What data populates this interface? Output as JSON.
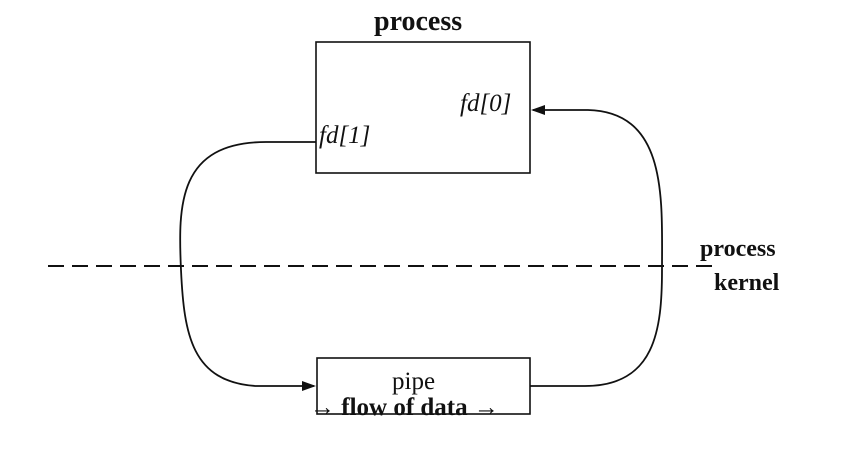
{
  "diagram": {
    "process_box_title": "process",
    "fd_read_label": "fd[0]",
    "fd_write_label": "fd[1]",
    "boundary_process_label": "process",
    "boundary_kernel_label": "kernel",
    "pipe_label": "pipe",
    "flow_label": "→ flow of data →"
  },
  "colors": {
    "ink": "#111111",
    "background": "#ffffff"
  }
}
